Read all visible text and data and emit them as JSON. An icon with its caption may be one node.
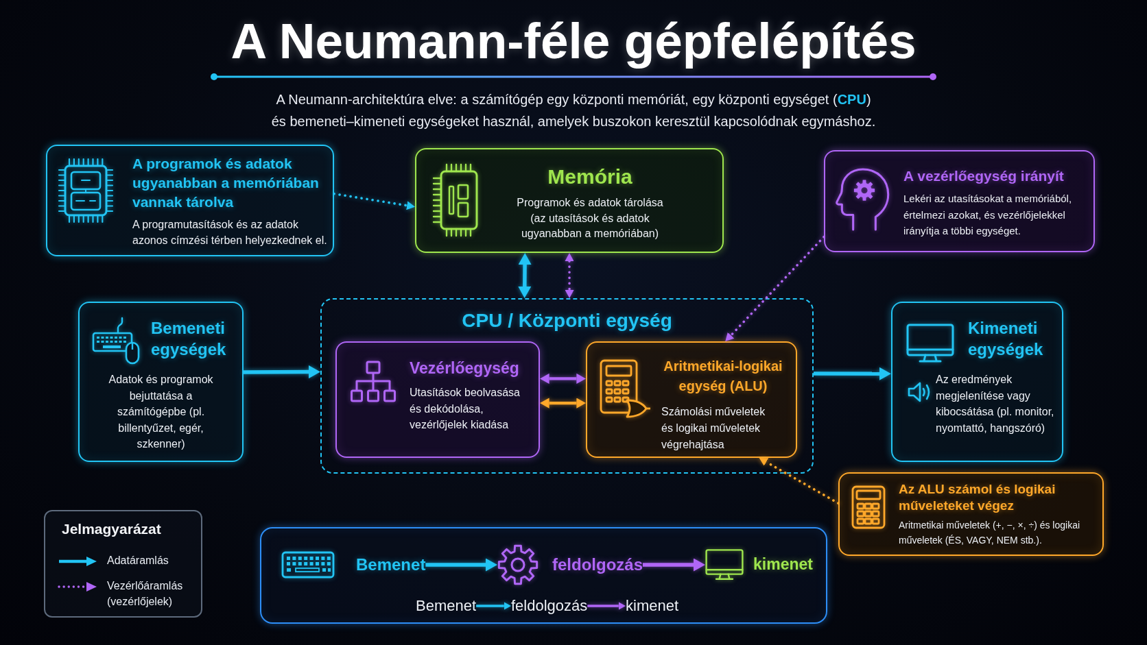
{
  "diagram": {
    "title": "A Neumann-féle gépfelépítés",
    "nodes": [
      {
        "text": [
          "A programok és adatok ugyanabban a memóriában vannak tárolva",
          "A programutasítások és az adatok azonos címzési térben helyezkednek el."
        ]
      },
      {
        "text": [
          "Memória",
          "Programok és adatok tárolása (az utasítások és adatok ugyanabban a memóriában)"
        ]
      },
      {
        "text": [
          "A vezérlőegység irányít",
          "Lekéri az utasításokat a memóriából, értelmezi azokat, és vezérlőjelekkel irányítja a többi egységet."
        ]
      },
      {
        "text": [
          "Bemeneti egységek",
          "Adatok és programok bejuttatása a számítógépbe (pl. billentyűzet, egér, szkenner)"
        ]
      },
      {
        "text": [
          "CPU / Központi egység"
        ]
      },
      {
        "text": [
          "Vezérlőegység",
          "Utasítások beolvasása és dekódolása, vezérlőjelek kiadása"
        ],
        "in": 4
      },
      {
        "text": [
          "Aritmetikai-logikai egység (ALU)",
          "Számolási műveletek és logikai műveletek végrehajtása"
        ],
        "in": 4
      },
      {
        "text": [
          "Kimeneti egységek",
          "Az eredmények megjelenítése vagy kibocsátása (pl. monitor, nyomtattó, hangszóró)"
        ]
      },
      {
        "text": [
          "Az ALU számol és logikai műveleteket végez",
          "Aritmetikai műveletek (+, −, ×, ÷) és logikai műveletek (ÉS, VAGY, NEM stb.)."
        ]
      },
      {
        "text": [],
        "shape": "box"
      },
      {
        "text": [
          "Bemenet"
        ],
        "in": 9
      },
      {
        "text": [
          "feldolgozás"
        ],
        "in": 9
      },
      {
        "text": [
          "kimenet"
        ],
        "in": 9
      },
      {
        "text": [
          "Bemenet"
        ],
        "in": 9
      },
      {
        "text": [
          "feldolgozás"
        ],
        "in": 9
      },
      {
        "text": [
          "kimenet"
        ],
        "in": 9
      }
    ],
    "edges": [
      {
        "from": 0,
        "to": 1,
        "arrow": "to",
        "style": "dashed"
      },
      {
        "from": 1,
        "to": 4,
        "arrow": "both"
      },
      {
        "from": 1,
        "to": 4,
        "arrow": "both",
        "style": "dashed",
        "color": "#b066f6"
      },
      {
        "from": 2,
        "to": 6,
        "arrow": "to",
        "style": "dashed",
        "color": "#b066f6"
      },
      {
        "from": 3,
        "to": 4,
        "arrow": "to"
      },
      {
        "from": 5,
        "to": 6,
        "arrow": "both",
        "color": "#b066f6"
      },
      {
        "from": 5,
        "to": 6,
        "arrow": "both",
        "color": "#ffa82a"
      },
      {
        "from": 4,
        "to": 7,
        "arrow": "to"
      },
      {
        "from": 8,
        "to": 6,
        "arrow": "to",
        "style": "dashed",
        "color": "#ffa82a"
      },
      {
        "from": 10,
        "to": 11,
        "arrow": "to"
      },
      {
        "from": 11,
        "to": 12,
        "arrow": "to",
        "color": "#b066f6"
      },
      {
        "from": 13,
        "to": 14,
        "arrow": "to"
      },
      {
        "from": 14,
        "to": 15,
        "arrow": "to",
        "color": "#b066f6"
      }
    ],
    "labels": [
      "A Neumann-architektúra elve: a számítógép egy központi memóriát, egy központi egységet (**CPU**) és bemeneti–kimeneti egységeket használ, amelyek buszokon keresztül kapcsolódnak egymáshoz.",
      "Jelmagyarázat"
    ],
    "legend": [
      {
        "text": "Adatáramlás"
      },
      {
        "text": "Vezérlőáramlás (vezérlőjelek)"
      }
    ]
  }
}
